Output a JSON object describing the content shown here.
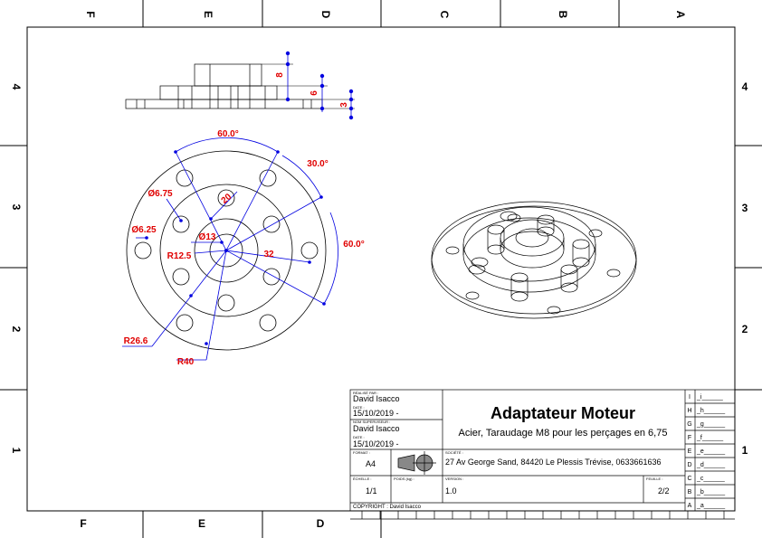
{
  "frame": {
    "top_cols": [
      "F",
      "E",
      "D",
      "C",
      "B",
      "A"
    ],
    "bottom_cols": [
      "F",
      "E",
      "D"
    ],
    "left_rows": [
      "4",
      "3",
      "2",
      "1"
    ],
    "right_rows": [
      "4",
      "3",
      "2",
      "1"
    ]
  },
  "dimensions": {
    "h8": "8",
    "h6": "6",
    "h3": "3",
    "angle_top": "60.0°",
    "angle_30": "30.0°",
    "angle_right": "60.0°",
    "dia_675": "Ø6.75",
    "dia_625": "Ø6.25",
    "dia_13": "Ø13",
    "d20": "20",
    "r125": "R12.5",
    "d32": "32",
    "r266": "R26.6",
    "r40": "R40"
  },
  "title_block": {
    "made_by_label": "RÉALISÉ PAR :",
    "made_by": "David Isacco",
    "date_label_1": "DATE :",
    "date_1": "15/10/2019 -",
    "checked_label": "NOM SUPERVISEUR :",
    "checked_by": "David Isacco",
    "date_label_2": "DATE :",
    "date_2": "15/10/2019 -",
    "format_label": "FORMAT :",
    "format": "A4",
    "scale_label": "ÉCHELLE :",
    "scale": "1/1",
    "weight_label": "POIDS (kg) :",
    "version_label": "VERSION :",
    "version": "1.0",
    "sheet_label": "FEUILLE :",
    "sheet": "2/2",
    "company_label": "SOCIÉTÉ :",
    "company": "27 Av George Sand,  84420 Le Plessis Trévise,  0633661636",
    "title": "Adaptateur Moteur",
    "subtitle": "Acier, Taraudage M8 pour les perçages en 6,75",
    "copyright": "COPYRIGHT : David Isacco"
  },
  "revisions": [
    {
      "letter": "I",
      "value": "_i______"
    },
    {
      "letter": "H",
      "value": "_h______"
    },
    {
      "letter": "G",
      "value": "_g______"
    },
    {
      "letter": "F",
      "value": "_f______"
    },
    {
      "letter": "E",
      "value": "_e______"
    },
    {
      "letter": "D",
      "value": "_d______"
    },
    {
      "letter": "C",
      "value": "_c______"
    },
    {
      "letter": "B",
      "value": "_b______"
    },
    {
      "letter": "A",
      "value": "_a______"
    }
  ],
  "colors": {
    "dimension": "#e00000",
    "leader": "#0000e0",
    "line": "#000000"
  }
}
